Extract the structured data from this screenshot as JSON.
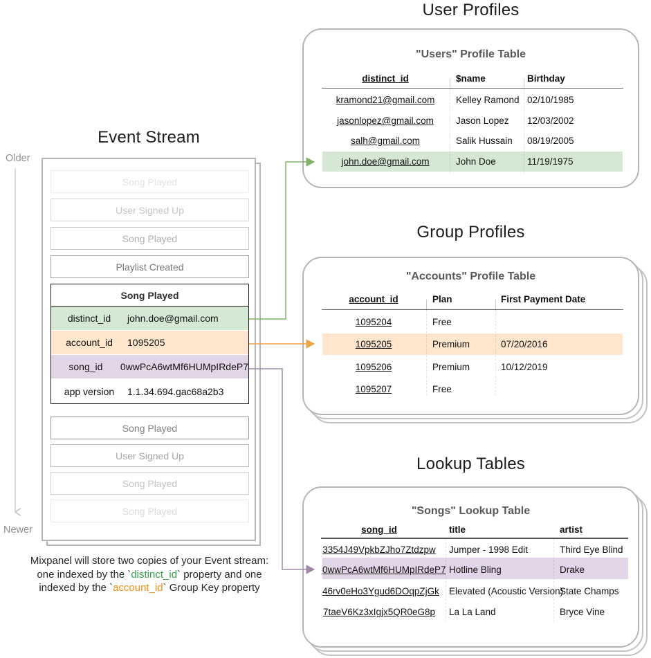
{
  "event_stream": {
    "title": "Event Stream",
    "older_label": "Older",
    "newer_label": "Newer",
    "events_before": [
      "Song Played",
      "User Signed Up",
      "Song Played",
      "Playlist Created"
    ],
    "expanded_event": {
      "name": "Song Played",
      "properties": [
        {
          "key": "distinct_id",
          "value": "john.doe@gmail.com"
        },
        {
          "key": "account_id",
          "value": "1095205"
        },
        {
          "key": "song_id",
          "value": "0wwPcA6wtMf6HUMpIRdeP7"
        },
        {
          "key": "app version",
          "value": "1.1.34.694.gac68a2b3"
        }
      ]
    },
    "events_after": [
      "Song Played",
      "User Signed Up",
      "Song Played",
      "Song Played"
    ],
    "caption": {
      "line1": "Mixpanel will store two copies of your Event stream:",
      "line2_pre": "one indexed by the `",
      "line2_key": "distinct_id",
      "line2_post": "` property and one",
      "line3_pre": "indexed by the `",
      "line3_key": "account_id",
      "line3_post": "` Group Key property"
    }
  },
  "user_profiles": {
    "section_title": "User Profiles",
    "table_title": "\"Users\" Profile Table",
    "columns": [
      "distinct_id",
      "$name",
      "Birthday"
    ],
    "rows": [
      [
        "kramond21@gmail.com",
        "Kelley Ramond",
        "02/10/1985"
      ],
      [
        "jasonlopez@gmail.com",
        "Jason Lopez",
        "12/03/2002"
      ],
      [
        "salh@gmail.com",
        "Salik Hussain",
        "08/19/2005"
      ],
      [
        "john.doe@gmail.com",
        "John Doe",
        "11/19/1975"
      ]
    ],
    "highlighted_row_index": 3
  },
  "group_profiles": {
    "section_title": "Group Profiles",
    "table_title": "\"Accounts\" Profile Table",
    "columns": [
      "account_id",
      "Plan",
      "First Payment Date"
    ],
    "rows": [
      [
        "1095204",
        "Free",
        ""
      ],
      [
        "1095205",
        "Premium",
        "07/20/2016"
      ],
      [
        "1095206",
        "Premium",
        "10/12/2019"
      ],
      [
        "1095207",
        "Free",
        ""
      ]
    ],
    "highlighted_row_index": 1
  },
  "lookup_tables": {
    "section_title": "Lookup Tables",
    "table_title": "\"Songs\" Lookup Table",
    "columns": [
      "song_id",
      "title",
      "artist"
    ],
    "rows": [
      [
        "3354J49VpkbZJho7Ztdzpw",
        "Jumper - 1998 Edit",
        "Third Eye Blind"
      ],
      [
        "0wwPcA6wtMf6HUMpIRdeP7",
        "Hotline Bling",
        "Drake"
      ],
      [
        "46rv0eHo3Ygud6DOqpZjGk",
        "Elevated (Acoustic Version)",
        "State Champs"
      ],
      [
        "7taeV6Kz3xIgjx5QR0eG8p",
        "La La Land",
        "Bryce Vine"
      ]
    ],
    "highlighted_row_index": 1
  },
  "colors": {
    "green_highlight": "#d5e8d4",
    "orange_highlight": "#ffe6cc",
    "purple_highlight": "#e1d5e7",
    "green_arrow": "#82b366",
    "orange_arrow": "#eda647",
    "purple_arrow": "#9e8aa8",
    "caption_green": "#33a14a",
    "caption_orange": "#f28c13"
  }
}
